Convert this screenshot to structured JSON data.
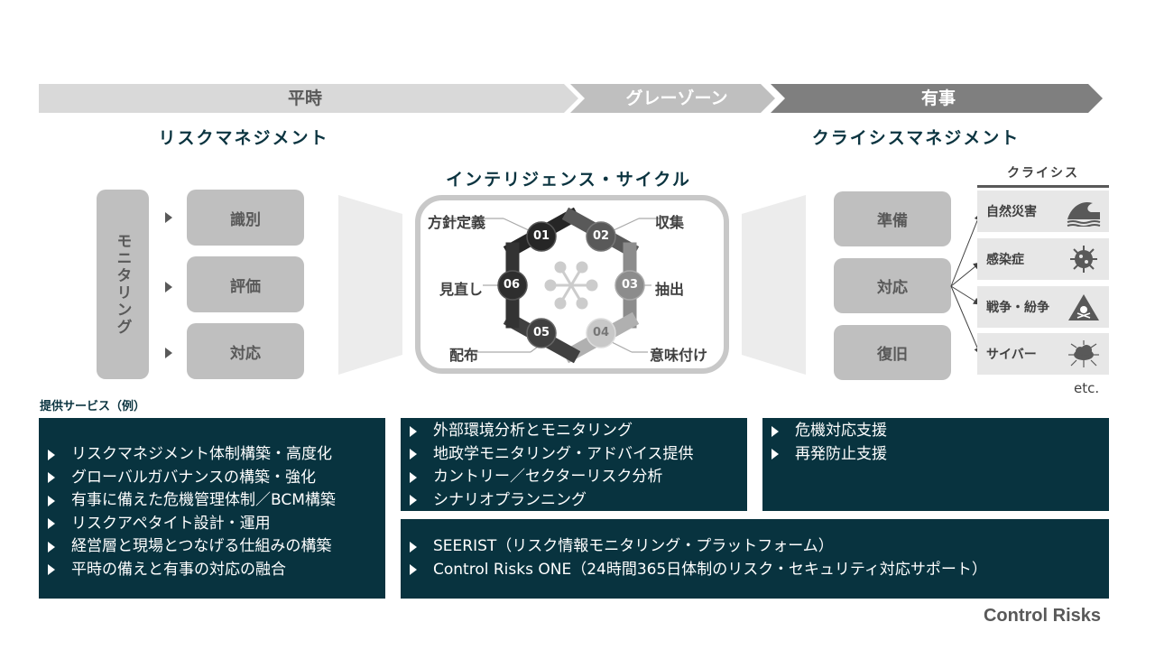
{
  "phases": {
    "peace": "平時",
    "gray": "グレーゾーン",
    "emergency": "有事"
  },
  "risk_management": {
    "title": "リスクマネジメント",
    "monitoring": "モニタリング",
    "steps": [
      "識別",
      "評価",
      "対応"
    ]
  },
  "intelligence_cycle": {
    "title": "インテリジェンス・サイクル",
    "steps": [
      {
        "num": "01",
        "label": "方針定義"
      },
      {
        "num": "02",
        "label": "収集"
      },
      {
        "num": "03",
        "label": "抽出"
      },
      {
        "num": "04",
        "label": "意味付け"
      },
      {
        "num": "05",
        "label": "配布"
      },
      {
        "num": "06",
        "label": "見直し"
      }
    ]
  },
  "crisis_management": {
    "title": "クライシスマネジメント",
    "steps": [
      "準備",
      "対応",
      "復旧"
    ],
    "crisis_header": "クライシス",
    "crises": [
      {
        "label": "自然災害",
        "icon": "wave-icon"
      },
      {
        "label": "感染症",
        "icon": "virus-icon"
      },
      {
        "label": "戦争・紛争",
        "icon": "warning-skull-icon"
      },
      {
        "label": "サイバー",
        "icon": "cloud-network-icon"
      }
    ],
    "etc": "etc."
  },
  "services": {
    "label": "提供サービス（例）",
    "risk": [
      "リスクマネジメント体制構築・高度化",
      "グローバルガバナンスの構築・強化",
      "有事に備えた危機管理体制／BCM構築",
      "リスクアペタイト設計・運用",
      "経営層と現場とつなげる仕組みの構築",
      "平時の備えと有事の対応の融合"
    ],
    "intel": [
      "外部環境分析とモニタリング",
      "地政学モニタリング・アドバイス提供",
      "カントリー／セクターリスク分析",
      "シナリオプランニング"
    ],
    "crisis": [
      "危機対応支援",
      "再発防止支援"
    ],
    "platform": [
      "SEERIST（リスク情報モニタリング・プラットフォーム）",
      "Control Risks ONE（24時間365日体制のリスク・セキュリティ対応サポート）"
    ]
  },
  "brand": "Control Risks",
  "colors": {
    "teal": "#08333f",
    "gray_box": "#bfbfbf",
    "peace": "#d9d9d9",
    "gray_zone": "#bfbfbf",
    "emergency": "#7f7f7f"
  }
}
